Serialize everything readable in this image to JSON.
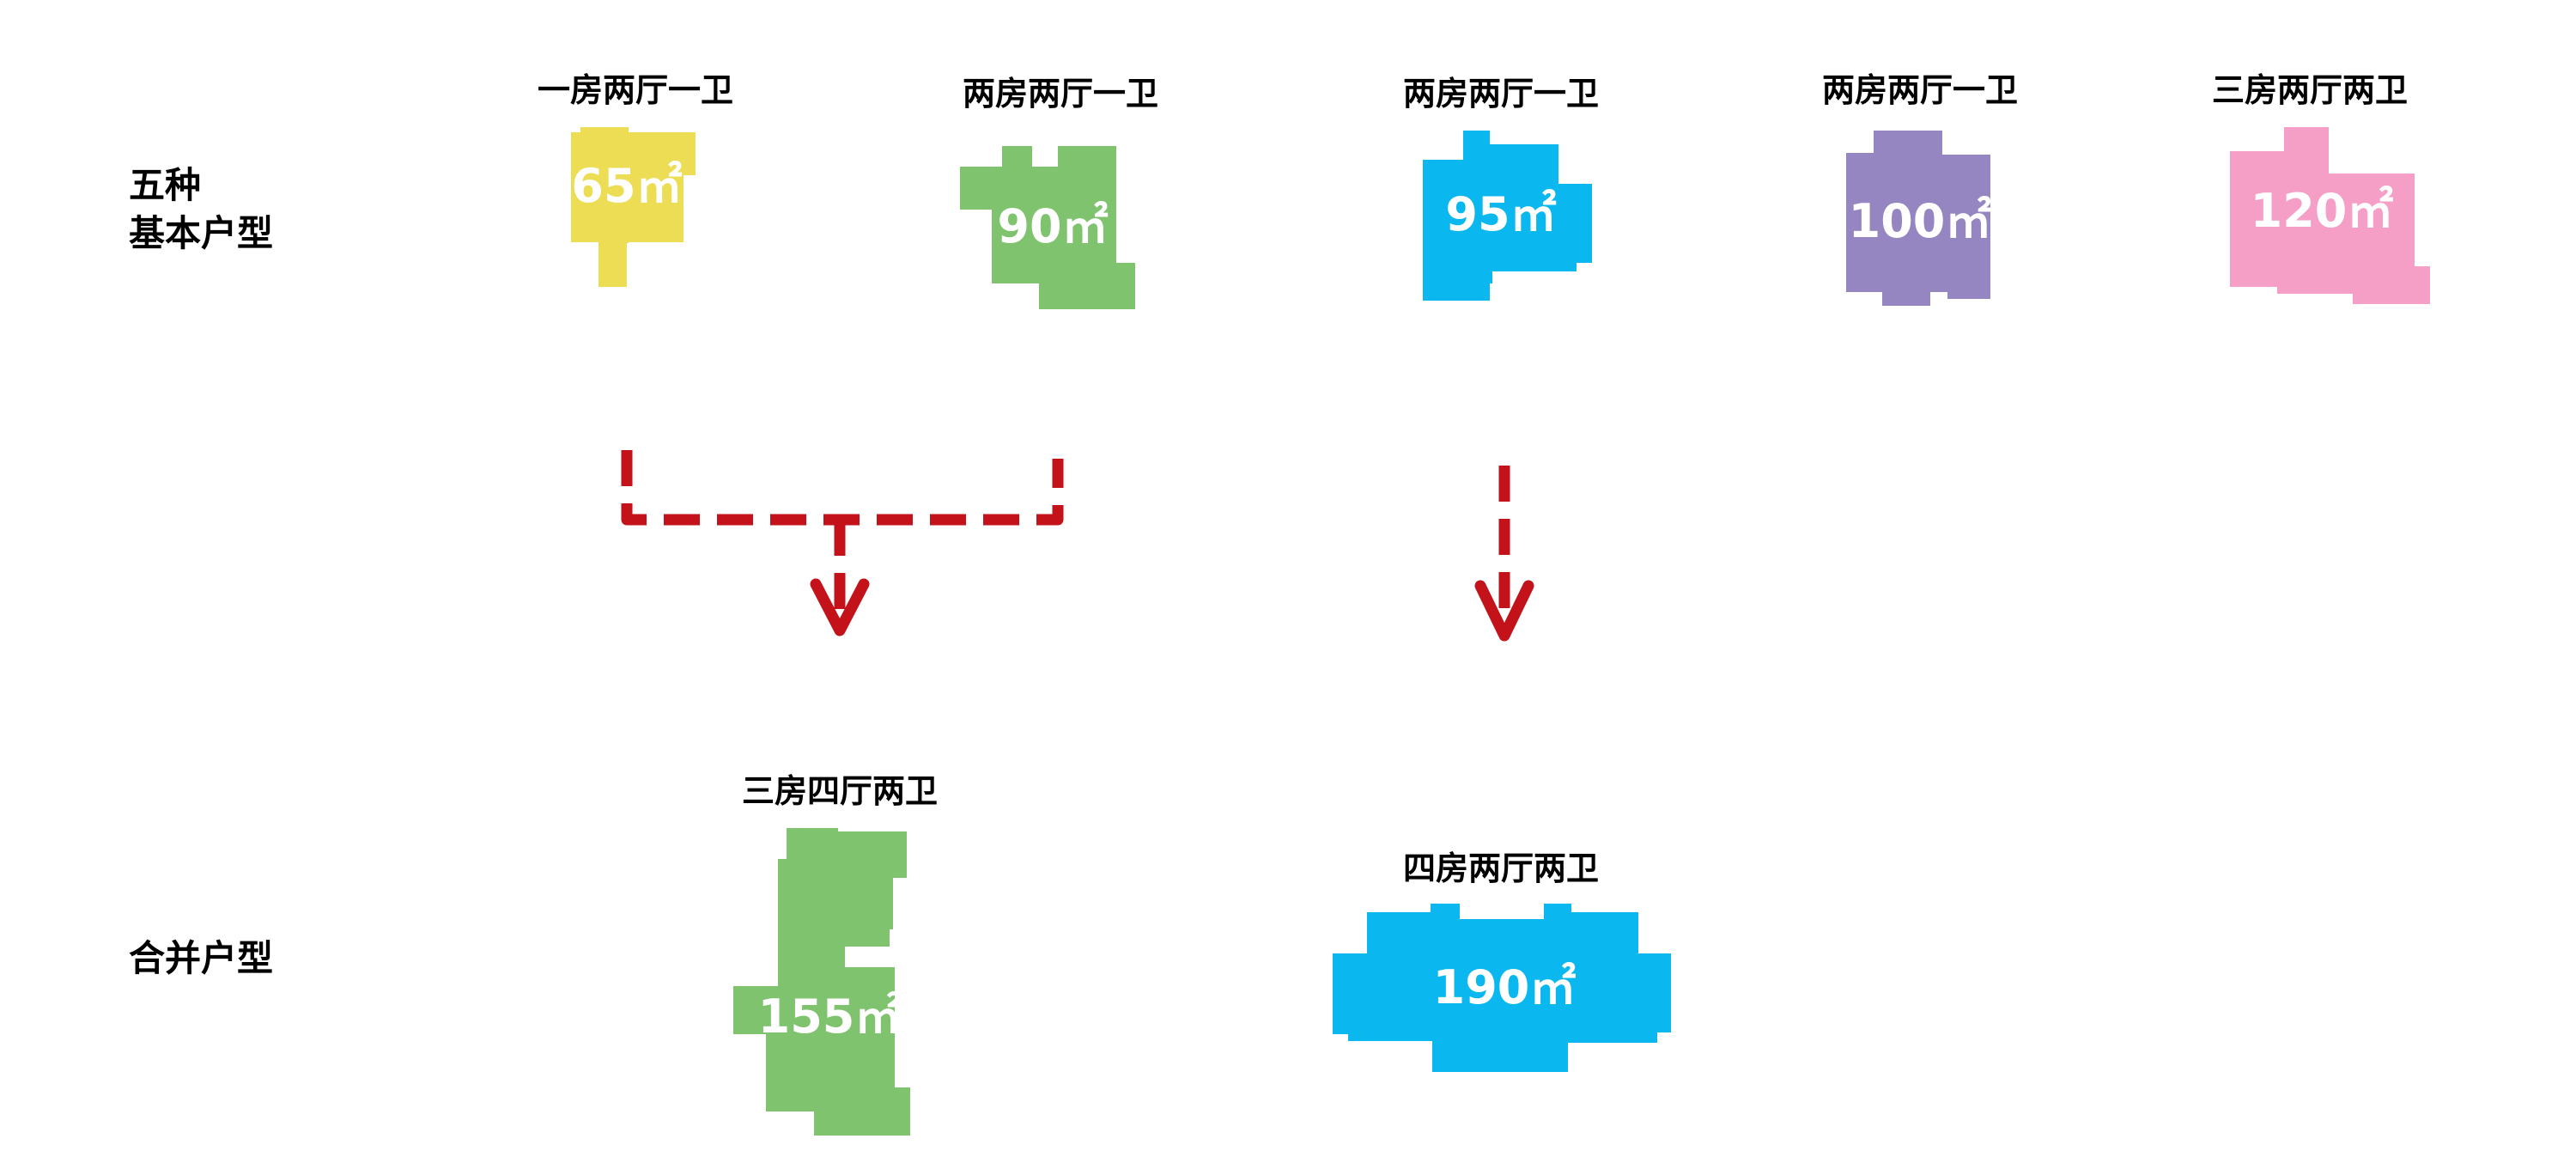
{
  "rows": {
    "basic": {
      "line1": "五种",
      "line2": "基本户型"
    },
    "merged": {
      "label": "合并户型"
    }
  },
  "units": {
    "u65": {
      "name": "一房两厅一卫",
      "area": "65㎡",
      "color": "#ecdd55"
    },
    "u90": {
      "name": "两房两厅一卫",
      "area": "90㎡",
      "color": "#80c36e"
    },
    "u95": {
      "name": "两房两厅一卫",
      "area": "95㎡",
      "color": "#0ab8ef"
    },
    "u100": {
      "name": "两房两厅一卫",
      "area": "100㎡",
      "color": "#9586c2"
    },
    "u120": {
      "name": "三房两厅两卫",
      "area": "120㎡",
      "color": "#f59fc6"
    },
    "u155": {
      "name": "三房四厅两卫",
      "area": "155㎡",
      "color": "#80c36e"
    },
    "u190": {
      "name": "四房两厅两卫",
      "area": "190㎡",
      "color": "#0ab8ef"
    }
  },
  "arrow_color": "#c4121a"
}
